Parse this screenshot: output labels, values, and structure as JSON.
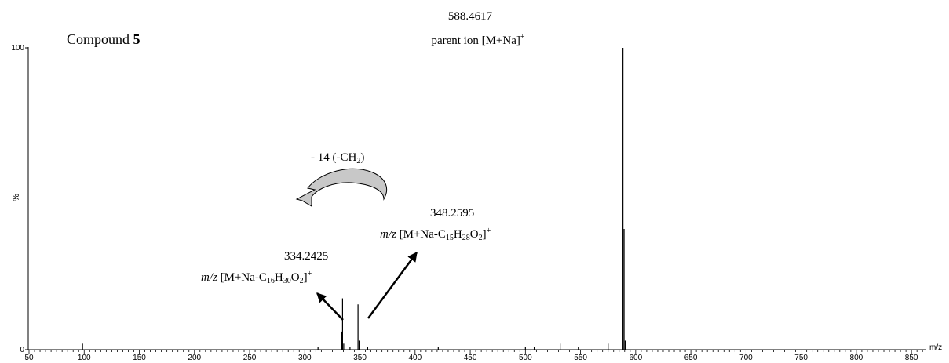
{
  "chart_data": {
    "type": "mass-spectrum",
    "title_prefix": "Compound ",
    "title_bold": "5",
    "xlabel": "m/z",
    "ylabel": "%",
    "xlim": [
      50,
      862
    ],
    "ylim": [
      0,
      100
    ],
    "x_ticks": [
      50,
      100,
      150,
      200,
      250,
      300,
      350,
      400,
      450,
      500,
      550,
      600,
      650,
      700,
      750,
      800,
      850
    ],
    "y_ticks": [
      0,
      100
    ],
    "peaks": [
      {
        "mz": 588.4617,
        "intensity": 100
      },
      {
        "mz": 589.46,
        "intensity": 40
      },
      {
        "mz": 590.46,
        "intensity": 3
      },
      {
        "mz": 334.2425,
        "intensity": 17
      },
      {
        "mz": 333.6,
        "intensity": 6
      },
      {
        "mz": 335.3,
        "intensity": 2
      },
      {
        "mz": 348.2595,
        "intensity": 15
      },
      {
        "mz": 349.3,
        "intensity": 3
      },
      {
        "mz": 98.5,
        "intensity": 2
      },
      {
        "mz": 531.5,
        "intensity": 2
      },
      {
        "mz": 575.0,
        "intensity": 2
      },
      {
        "mz": 312.0,
        "intensity": 1
      },
      {
        "mz": 341.0,
        "intensity": 1
      },
      {
        "mz": 357.0,
        "intensity": 1
      },
      {
        "mz": 421.0,
        "intensity": 1
      },
      {
        "mz": 500.0,
        "intensity": 1
      },
      {
        "mz": 508.0,
        "intensity": 1
      },
      {
        "mz": 548.0,
        "intensity": 1
      }
    ],
    "annotations": {
      "parent": {
        "mass": "588.4617",
        "label": "parent ion [M+Na]"
      },
      "frag1": {
        "mass": "334.2425",
        "prefix": "[M+Na-C",
        "c": "16",
        "h": "30",
        "o": "2"
      },
      "frag2": {
        "mass": "348.2595",
        "prefix": "[M+Na-C",
        "c": "15",
        "h": "28",
        "o": "2"
      },
      "mz_italic": "m/z",
      "loss": {
        "text_before": "- 14 (-CH",
        "sub": "2",
        "text_after": ")"
      },
      "charge": "+",
      "close": "]",
      "h_letter": "H",
      "o_letter": "O"
    }
  }
}
